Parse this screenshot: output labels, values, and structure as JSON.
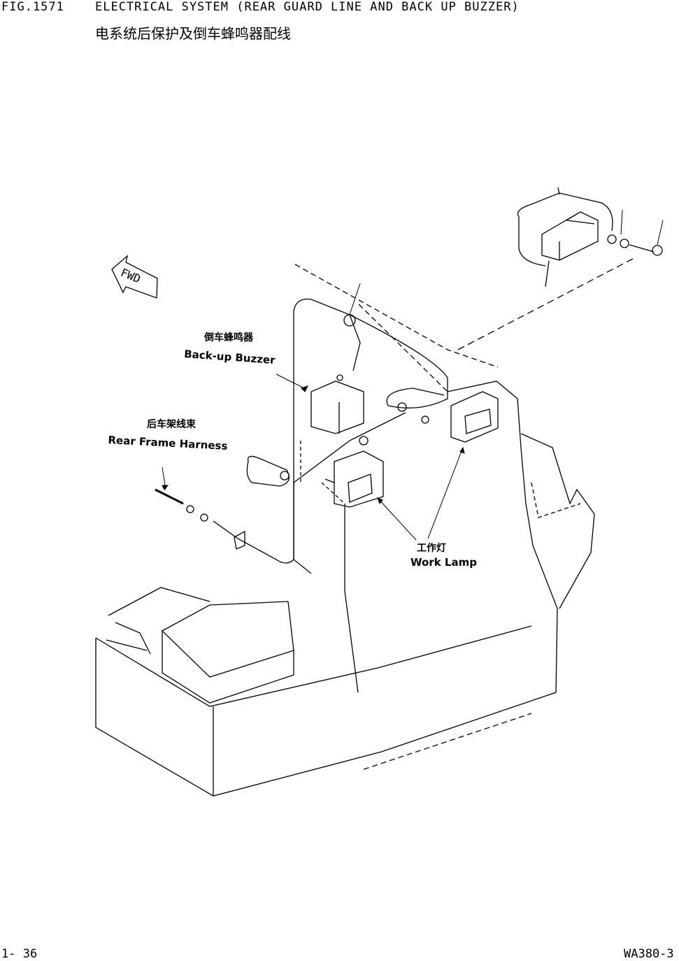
{
  "header": {
    "fig_number": "FIG.1571",
    "title": "ELECTRICAL SYSTEM (REAR GUARD LINE AND BACK UP BUZZER)",
    "title_cn": "电系统后保护及倒车蜂鸣器配线"
  },
  "footer": {
    "page": "1- 36",
    "model": "WA380-3"
  },
  "labels": {
    "fwd": "FWD",
    "buzzer_cn": "倒车蜂鸣器",
    "buzzer_en": "Back-up Buzzer",
    "harness_cn": "后车架线束",
    "harness_en": "Rear Frame Harness",
    "lamp_cn": "工作灯",
    "lamp_en": "Work Lamp"
  }
}
